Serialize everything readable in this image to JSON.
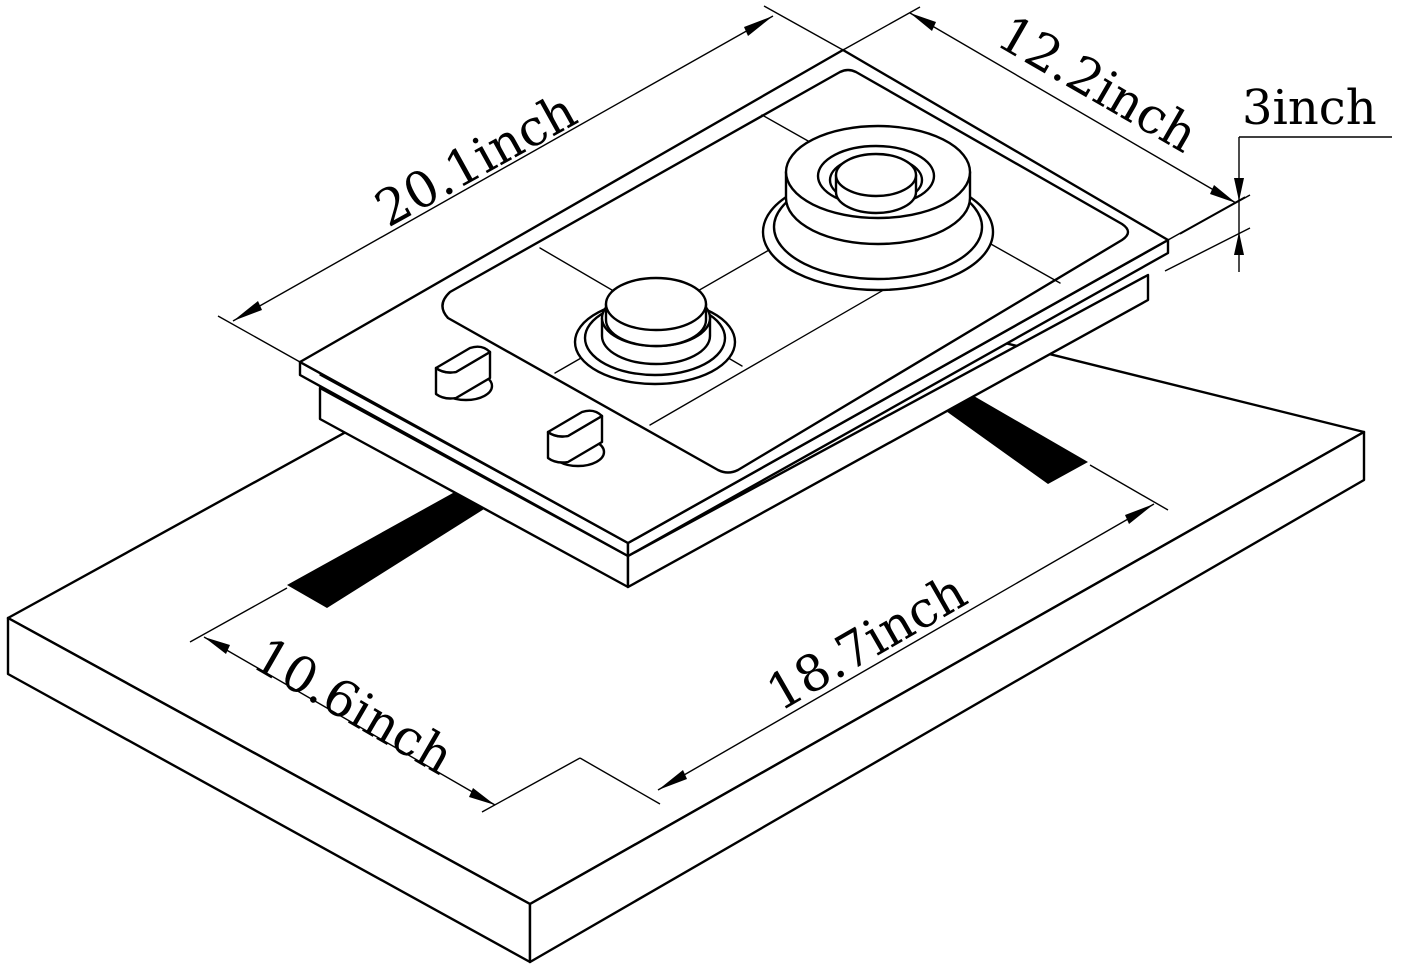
{
  "dimensions": {
    "cooktop_length": "20.1inch",
    "cooktop_width": "12.2inch",
    "cooktop_height": "3inch",
    "cutout_width": "10.6inch",
    "cutout_length": "18.7inch"
  }
}
